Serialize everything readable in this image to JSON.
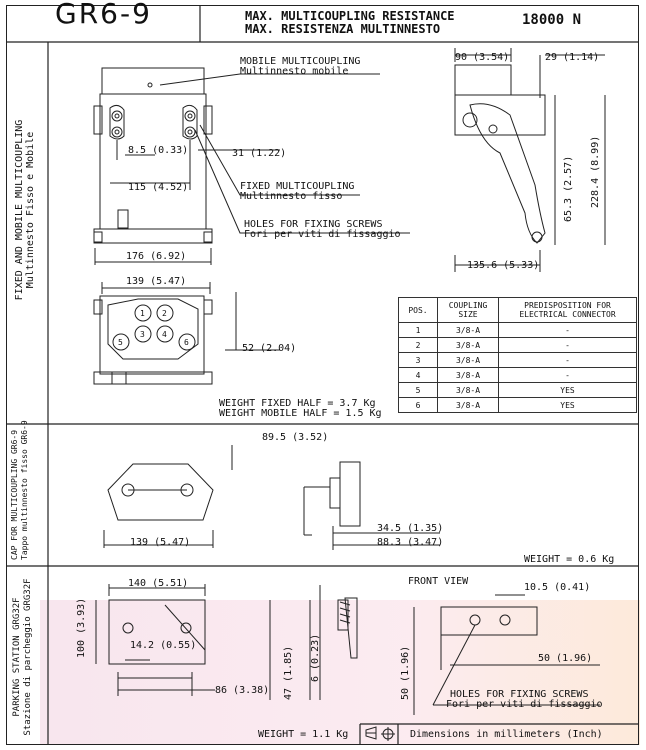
{
  "header": {
    "model": "GR6-9",
    "title_line1": "MAX. MULTICOUPLING RESISTANCE",
    "title_line2": "MAX. RESISTENZA MULTINNESTO",
    "force": "18000 N"
  },
  "section1": {
    "side_label_1": "FIXED AND MOBILE MULTICOUPLING",
    "side_label_2": "Multinnesto Fisso e Mobile",
    "mobile_1": "MOBILE MULTICOUPLING",
    "mobile_2": "Multinnesto mobile",
    "fixed_1": "FIXED MULTICOUPLING",
    "fixed_2": "Multinnesto fisso",
    "holes_1": "HOLES FOR FIXING SCREWS",
    "holes_2": "Fori per viti di fissaggio",
    "dim_8_5": "8.5 (0.33)",
    "dim_31": "31 (1.22)",
    "dim_115": "115 (4.52)",
    "dim_176": "176 (6.92)",
    "dim_139": "139 (5.47)",
    "dim_52": "52 (2.04)",
    "dim_90": "90 (3.54)",
    "dim_29": "29 (1.14)",
    "dim_65_3": "65.3 (2.57)",
    "dim_228_4": "228.4 (8.99)",
    "dim_135_6": "135.6 (5.33)",
    "circle_nums": [
      "1",
      "2",
      "3",
      "4",
      "5",
      "6"
    ],
    "weight_fixed": "WEIGHT FIXED HALF = 3.7 Kg",
    "weight_mobile": "WEIGHT MOBILE HALF = 1.5 Kg",
    "table": {
      "headers": [
        "POS.",
        "COUPLING SIZE",
        "PREDISPOSITION FOR ELECTRICAL CONNECTOR"
      ],
      "rows": [
        [
          "1",
          "3/8-A",
          "-"
        ],
        [
          "2",
          "3/8-A",
          "-"
        ],
        [
          "3",
          "3/8-A",
          "-"
        ],
        [
          "4",
          "3/8-A",
          "-"
        ],
        [
          "5",
          "3/8-A",
          "YES"
        ],
        [
          "6",
          "3/8-A",
          "YES"
        ]
      ]
    }
  },
  "section2": {
    "side_label_1": "CAP FOR MULTICOUPLING GR6-9",
    "side_label_2": "Tappo multinnesto fisso GR6-9",
    "dim_89_5": "89.5 (3.52)",
    "dim_139": "139 (5.47)",
    "dim_34_5": "34.5 (1.35)",
    "dim_88_3": "88.3 (3.47)",
    "weight": "WEIGHT = 0.6 Kg"
  },
  "section3": {
    "side_label_1": "PARKING STATION GRG32F",
    "side_label_2": "Stazione di parcheggio GRG32F",
    "dim_140": "140 (5.51)",
    "dim_100": "100 (3.93)",
    "dim_14_2": "14.2 (0.55)",
    "dim_86": "86 (3.38)",
    "dim_47": "47 (1.85)",
    "dim_6": "6 (0.23)",
    "front_view": "FRONT VIEW",
    "dim_10_5": "10.5 (0.41)",
    "dim_50h": "50 (1.96)",
    "dim_50v": "50 (1.96)",
    "holes_1": "HOLES FOR FIXING SCREWS",
    "holes_2": "Fori per viti di fissaggio",
    "weight": "WEIGHT = 1.1 Kg"
  },
  "footer": {
    "dims_note": "Dimensions in millimeters (Inch)"
  }
}
